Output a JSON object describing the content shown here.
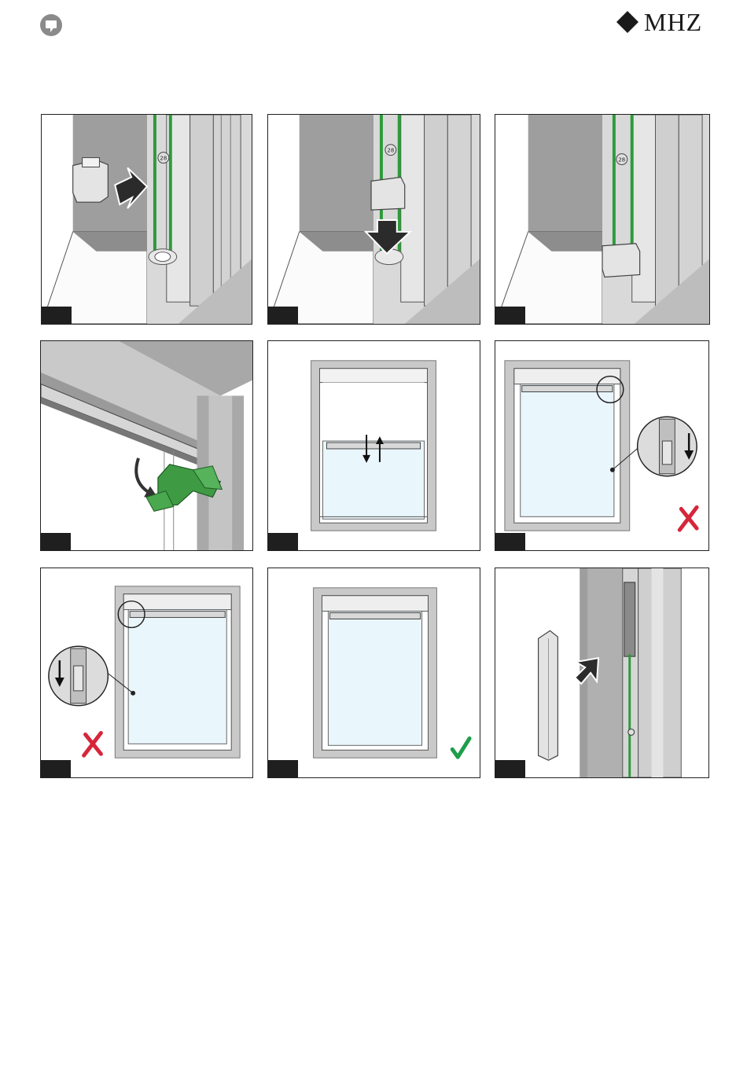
{
  "header": {
    "brand_name": "MHZ",
    "icon": "speech-bubble-icon"
  },
  "steps": [
    {
      "id": 1,
      "status": "neutral",
      "label": "28"
    },
    {
      "id": 2,
      "status": "neutral",
      "label": "28"
    },
    {
      "id": 3,
      "status": "neutral",
      "label": "28"
    },
    {
      "id": 4,
      "status": "neutral"
    },
    {
      "id": 5,
      "status": "neutral"
    },
    {
      "id": 6,
      "status": "wrong"
    },
    {
      "id": 7,
      "status": "wrong"
    },
    {
      "id": 8,
      "status": "correct"
    },
    {
      "id": 9,
      "status": "neutral"
    }
  ],
  "colors": {
    "cord_green": "#2e9a3c",
    "clip_green": "#3f9a44",
    "wrong_red": "#d6263a",
    "correct_green": "#1f9e4a",
    "glass_blue": "#e9f6fc",
    "frame_gray": "#c9c9c9"
  }
}
